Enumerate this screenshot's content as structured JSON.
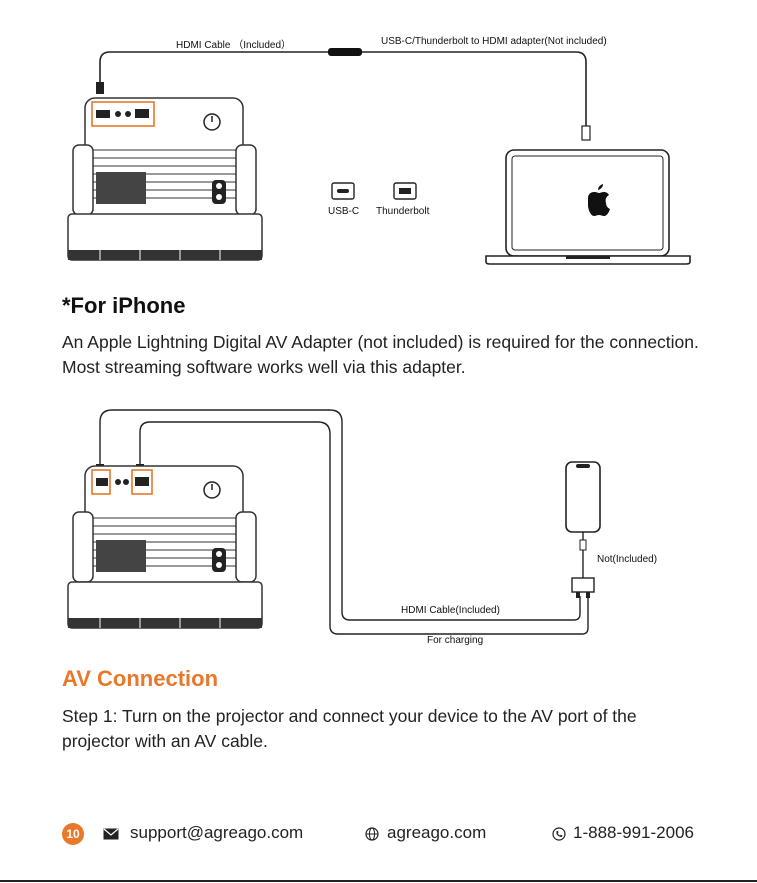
{
  "diagram1": {
    "label_hdmi_cable": "HDMI Cable （Included）",
    "label_adapter": "USB-C/Thunderbolt to HDMI adapter(Not included)",
    "label_usbc": "USB-C",
    "label_thunderbolt": "Thunderbolt"
  },
  "iphone_section": {
    "heading": "*For iPhone",
    "text": "An Apple Lightning Digital AV Adapter (not included) is required for the connection. Most streaming software works well via this adapter."
  },
  "diagram2": {
    "label_not_included": "Not(Included)",
    "label_hdmi_cable": "HDMI Cable(Included)",
    "label_charging": "For charging"
  },
  "av_section": {
    "heading": "AV Connection",
    "text": "Step 1: Turn on the projector and connect your device to the AV port of the projector with an AV cable."
  },
  "footer": {
    "page_number": "10",
    "email": "support@agreago.com",
    "website": "agreago.com",
    "phone": "1-888-991-2006"
  },
  "colors": {
    "accent": "#e8782a",
    "text": "#222222"
  },
  "icons": [
    "mail-icon",
    "globe-icon",
    "phone-icon",
    "apple-logo-icon",
    "power-icon"
  ]
}
